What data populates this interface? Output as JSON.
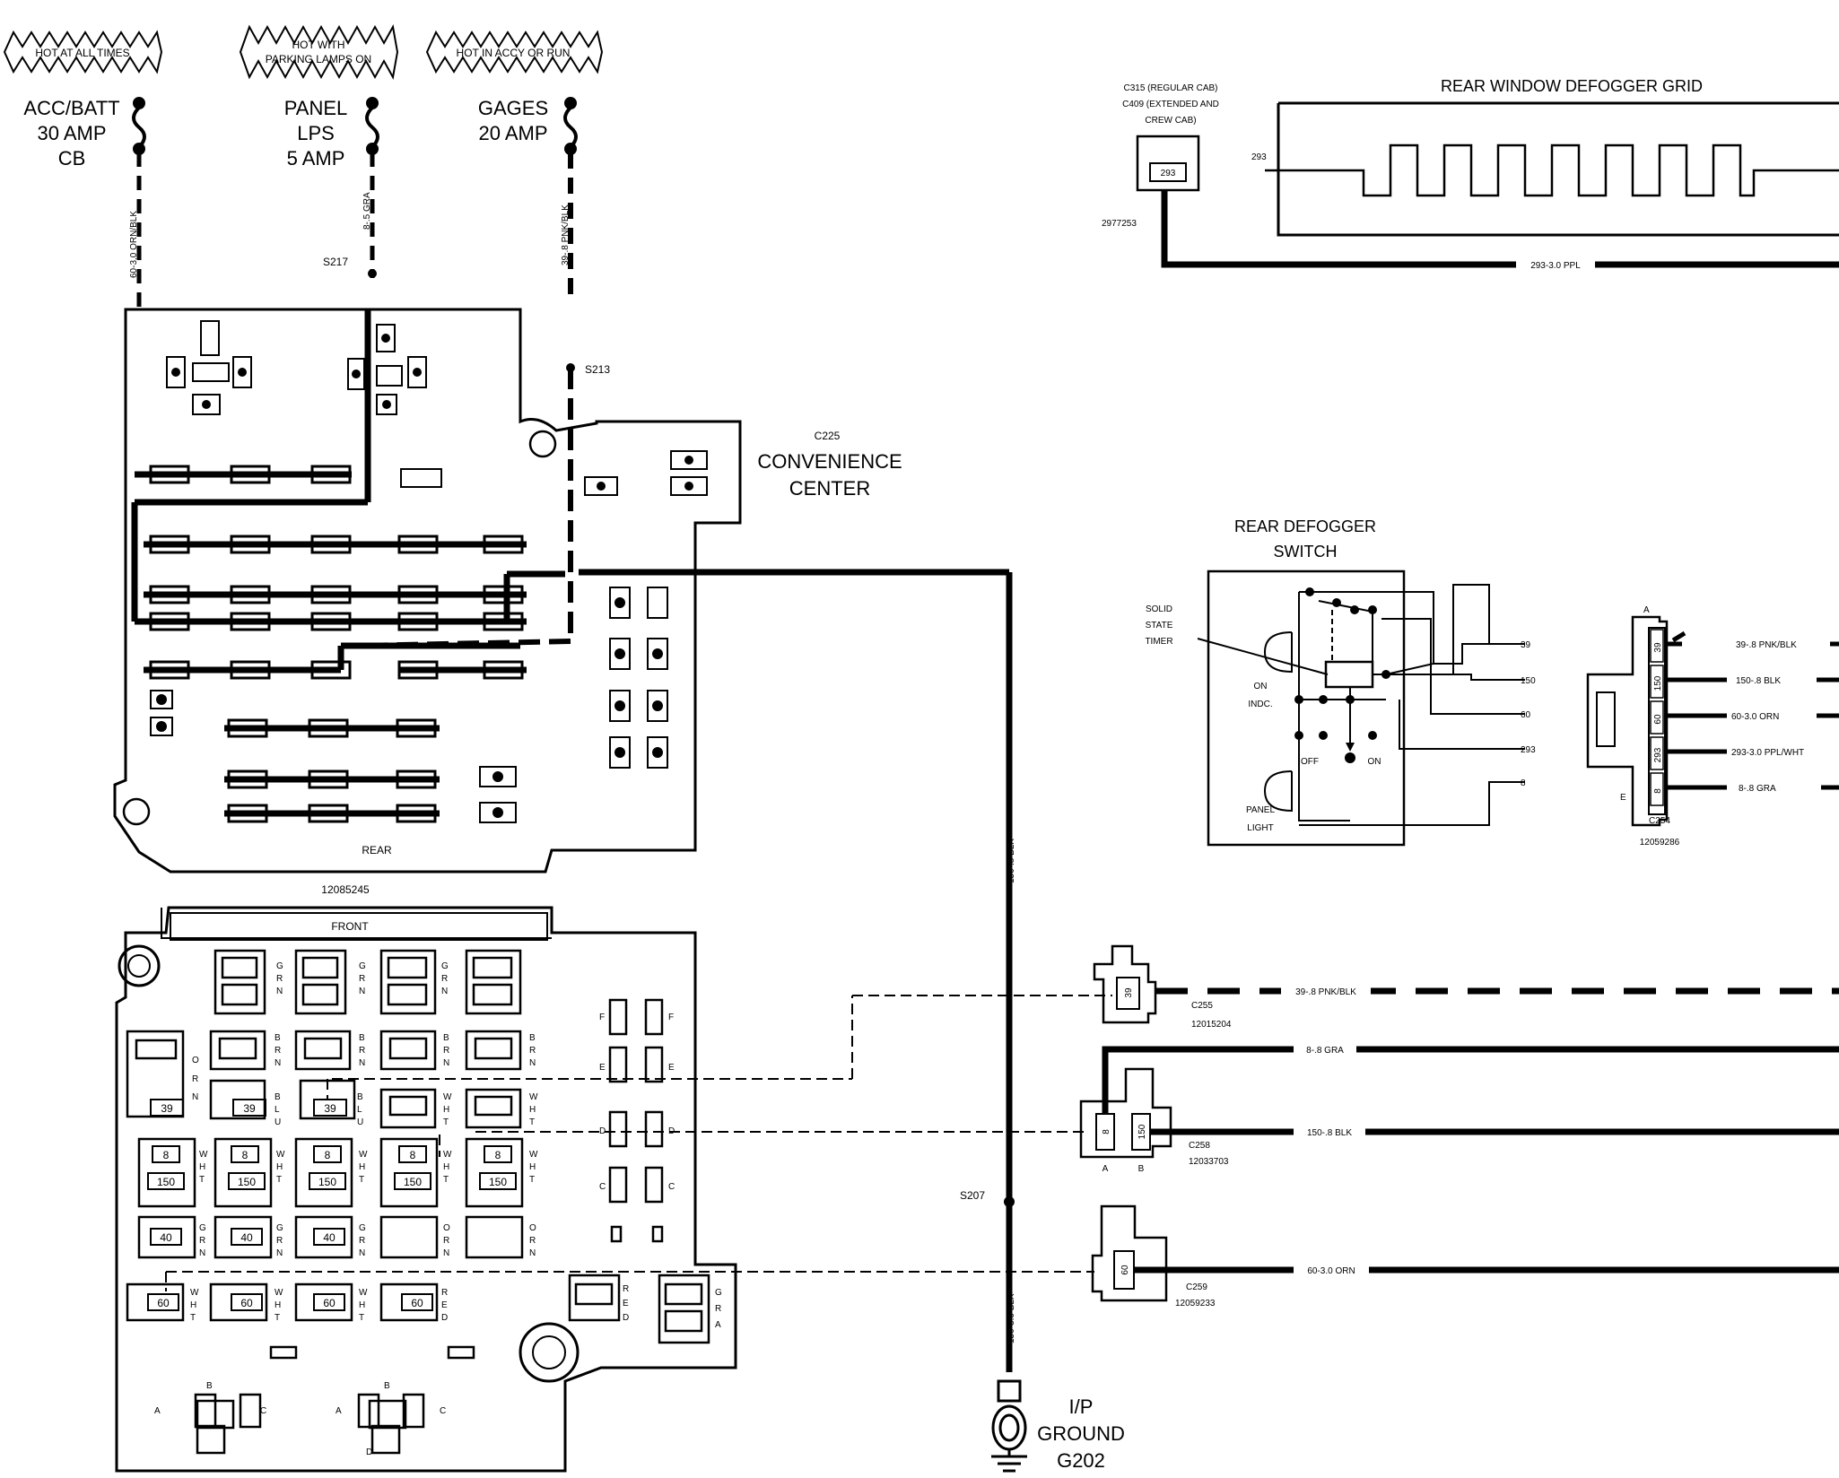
{
  "feeds": [
    {
      "banner": "HOT AT ALL TIMES",
      "source": [
        "ACC/BATT",
        "30 AMP",
        "CB"
      ],
      "wire": "60-3.0 ORN/BLK"
    },
    {
      "banner": [
        "HOT WITH",
        "PARKING LAMPS ON"
      ],
      "source": [
        "PANEL",
        "LPS",
        "5 AMP"
      ],
      "wire": "8-.5 GRA",
      "splice": "S217"
    },
    {
      "banner": "HOT IN ACCY OR RUN",
      "source": [
        "GAGES",
        "20 AMP"
      ],
      "wire": "39-.8 PNK/BLK",
      "splice": "S213"
    }
  ],
  "convenience_center": {
    "connector": "C225",
    "name": [
      "CONVENIENCE",
      "CENTER"
    ],
    "rear_label": "REAR",
    "part_no": "12085245"
  },
  "fuse_block": {
    "front_label": "FRONT",
    "labels": {
      "grn": [
        "G",
        "R",
        "N"
      ],
      "brn": [
        "B",
        "R",
        "N"
      ],
      "orn": [
        "O",
        "R",
        "N"
      ],
      "blu": [
        "B",
        "L",
        "U"
      ],
      "wht": [
        "W",
        "H",
        "T"
      ],
      "red": [
        "R",
        "E",
        "D"
      ],
      "gra": [
        "G",
        "R",
        "A"
      ]
    },
    "terminals": [
      "39",
      "8",
      "150",
      "40",
      "60"
    ],
    "letters": [
      "F",
      "E",
      "D",
      "C",
      "A",
      "B",
      "C",
      "D"
    ]
  },
  "defogger_grid": {
    "title": "REAR WINDOW DEFOGGER GRID",
    "connector": [
      "C315 (REGULAR CAB)",
      "C409 (EXTENDED AND",
      "CREW CAB)"
    ],
    "terminal": "293",
    "part_no": "2977253",
    "wire_tag": "293",
    "wire": "293-3.0 PPL"
  },
  "switch": {
    "title": [
      "REAR DEFOGGER",
      "SWITCH"
    ],
    "timer": [
      "SOLID",
      "STATE",
      "TIMER"
    ],
    "on_ind": [
      "ON",
      "INDC."
    ],
    "panel_light": [
      "PANEL",
      "LIGHT"
    ],
    "off": "OFF",
    "on": "ON",
    "pins": [
      "39",
      "150",
      "60",
      "293",
      "8"
    ]
  },
  "c254": {
    "connector": "C254",
    "part_no": "12059286",
    "pin_a": "A",
    "pin_e": "E",
    "cavities": [
      "39",
      "150",
      "60",
      "293",
      "8"
    ],
    "wires": [
      "39-.8 PNK/BLK",
      "150-.8 BLK",
      "60-3.0 ORN",
      "293-3.0 PPL/WHT",
      "8-.8 GRA"
    ]
  },
  "connectors": [
    {
      "name": "C255",
      "part_no": "12015204",
      "cavity": "39",
      "wire": "39-.8 PNK/BLK"
    },
    {
      "name": "C258",
      "part_no": "12033703",
      "cavities": [
        "8",
        "150"
      ],
      "pins": [
        "A",
        "B"
      ],
      "wires": [
        "8-.8 GRA",
        "150-.8 BLK"
      ]
    },
    {
      "name": "C259",
      "part_no": "12059233",
      "cavity": "60",
      "wire": "60-3.0 ORN"
    }
  ],
  "ground": {
    "wire_upper": "150-.8 BLK",
    "splice": "S207",
    "wire_lower": "150-3.0 BLK",
    "label": [
      "I/P",
      "GROUND",
      "G202"
    ]
  }
}
